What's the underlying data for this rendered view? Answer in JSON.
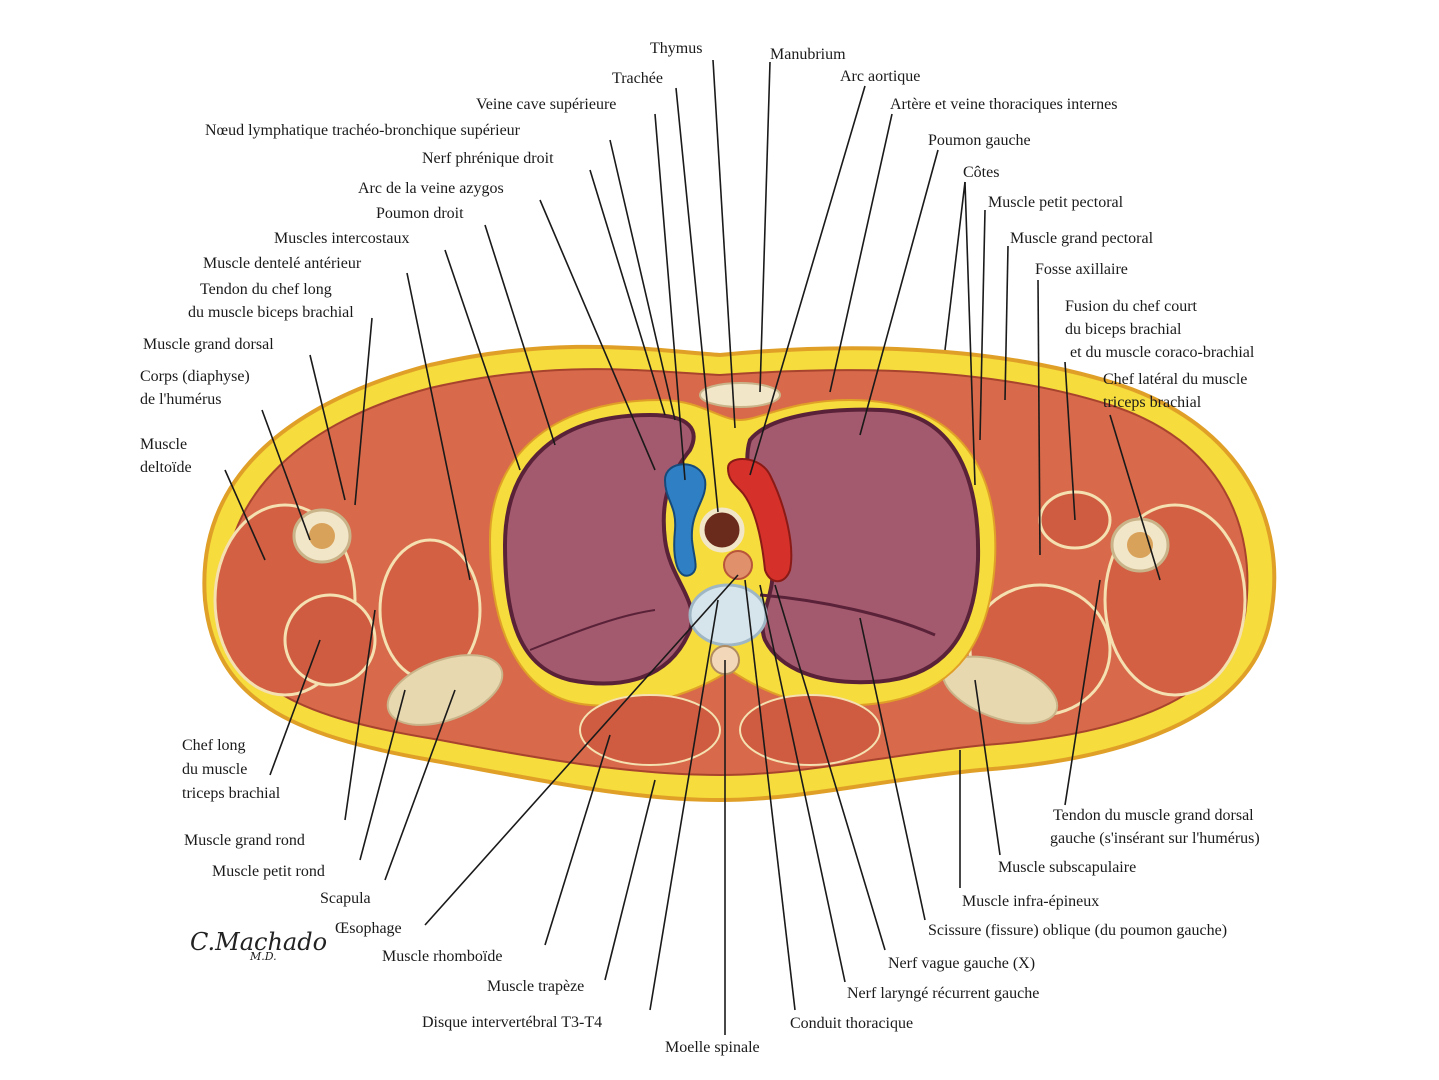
{
  "labels": {
    "thymus": "Thymus",
    "manubrium": "Manubrium",
    "trachee": "Trachée",
    "arc_aortique": "Arc aortique",
    "veine_cave_sup": "Veine cave supérieure",
    "art_veine_thor": "Artère et veine thoraciques internes",
    "noeud_lymph": "Nœud lymphatique trachéo-bronchique supérieur",
    "poumon_gauche": "Poumon gauche",
    "nerf_phrenique": "Nerf phrénique droit",
    "cotes": "Côtes",
    "arc_azygos": "Arc de la veine azygos",
    "petit_pectoral": "Muscle petit pectoral",
    "poumon_droit": "Poumon droit",
    "grand_pectoral": "Muscle grand pectoral",
    "intercostaux": "Muscles intercostaux",
    "fosse_axillaire": "Fosse axillaire",
    "dentele": "Muscle dentelé antérieur",
    "fusion_1": "Fusion du chef court",
    "fusion_2": "du biceps brachial",
    "fusion_3": "et du muscle coraco-brachial",
    "tendon_biceps_1": "Tendon du chef long",
    "tendon_biceps_2": "du muscle biceps brachial",
    "grand_dorsal": "Muscle grand dorsal",
    "chef_lat_1": "Chef latéral du muscle",
    "chef_lat_2": "triceps brachial",
    "corps_humerus_1": "Corps (diaphyse)",
    "corps_humerus_2": "de l'humérus",
    "deltoide_1": "Muscle",
    "deltoide_2": "deltoïde",
    "chef_long_1": "Chef long",
    "chef_long_2": "du muscle",
    "chef_long_3": "triceps brachial",
    "tendon_gd_1": "Tendon du muscle grand dorsal",
    "tendon_gd_2": "gauche (s'insérant sur l'humérus)",
    "grand_rond": "Muscle grand rond",
    "subscapulaire": "Muscle subscapulaire",
    "petit_rond": "Muscle petit rond",
    "scapula": "Scapula",
    "infra_epineux": "Muscle infra-épineux",
    "oesophage": "Œsophage",
    "scissure": "Scissure (fissure) oblique (du poumon gauche)",
    "rhomboide": "Muscle rhomboïde",
    "nerf_vague": "Nerf vague gauche (X)",
    "trapeze": "Muscle trapèze",
    "nerf_laryngé": "Nerf laryngé récurrent gauche",
    "disque": "Disque intervertébral T3-T4",
    "conduit": "Conduit thoracique",
    "moelle": "Moelle spinale"
  },
  "signature": {
    "name": "C.Machado",
    "title": "M.D."
  },
  "colors": {
    "fat": "#f6dc3c",
    "fat_edge": "#e8a72a",
    "muscle": "#d8694a",
    "muscle_dark": "#b24a32",
    "lung": "#a45a6e",
    "lung_edge": "#5a2238",
    "vein": "#2f7fc4",
    "artery": "#d6302a",
    "bone": "#f2e6c8",
    "leader": "#1a1a1a"
  }
}
